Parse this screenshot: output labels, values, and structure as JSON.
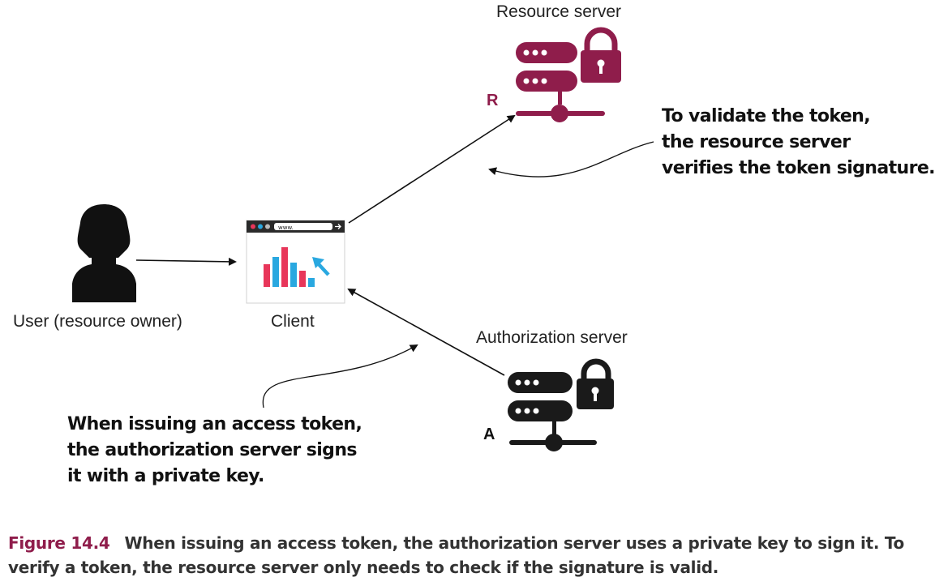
{
  "nodes": {
    "resource_server": {
      "label": "Resource server",
      "marker": "R",
      "color": "#8f1d4b"
    },
    "user": {
      "label": "User (resource owner)"
    },
    "client": {
      "label": "Client",
      "url_text": "www."
    },
    "authorization_server": {
      "label": "Authorization server",
      "marker": "A",
      "color": "#1a1a1a"
    }
  },
  "annotations": {
    "validate": [
      "To validate the token,",
      "the resource server",
      "verifies the token signature."
    ],
    "issue": [
      "When issuing an access token,",
      "the authorization server signs",
      "it with a private key."
    ]
  },
  "caption": {
    "figure_number": "Figure 14.4",
    "text": "When issuing an access token, the authorization server uses a private key to sign it. To verify a token, the resource server only needs to check if the signature is valid."
  },
  "colors": {
    "accent": "#8f1d4b",
    "bar_pink": "#e8365a",
    "bar_blue": "#29a8e0"
  }
}
